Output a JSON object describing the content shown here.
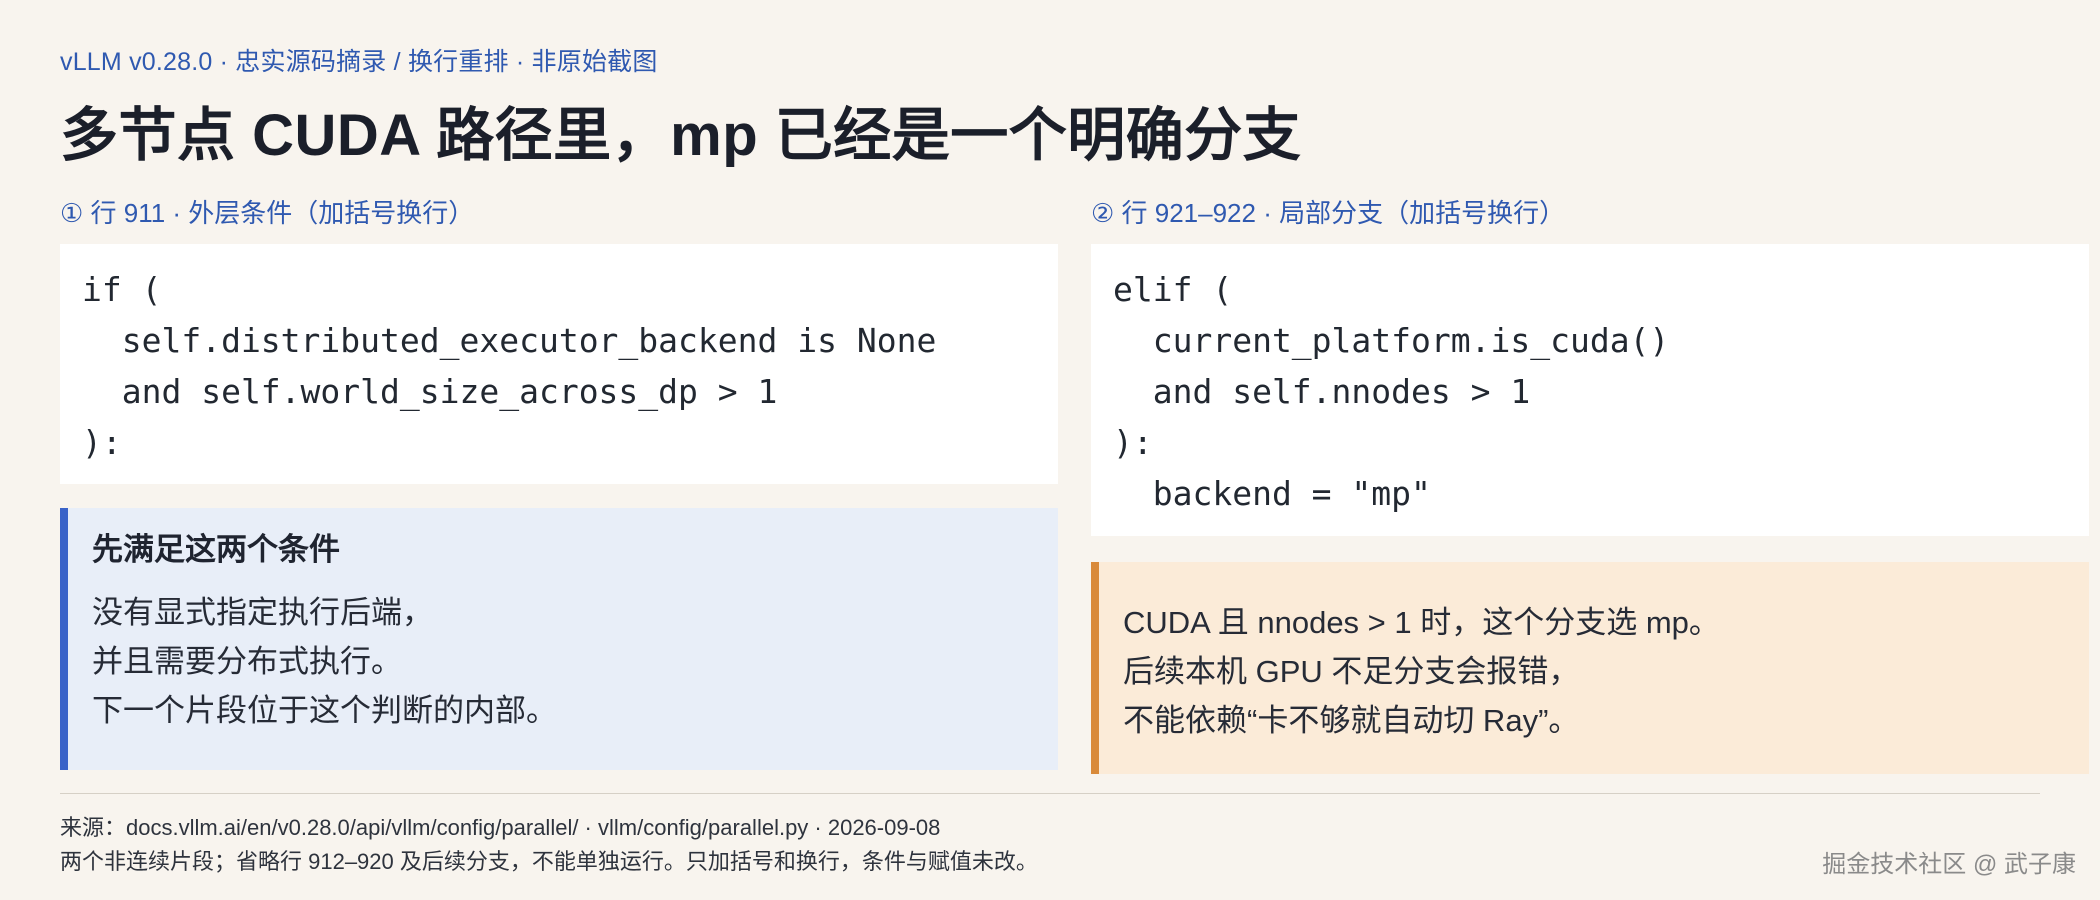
{
  "header": {
    "eyebrow": "vLLM v0.28.0 · 忠实源码摘录 / 换行重排 · 非原始截图",
    "title": "多节点 CUDA 路径里，mp 已经是一个明确分支"
  },
  "snippets": [
    {
      "label": "① 行 911 · 外层条件（加括号换行）",
      "lines": [
        "if (",
        "  self.distributed_executor_backend is None",
        "  and self.world_size_across_dp > 1",
        "):"
      ]
    },
    {
      "label": "② 行 921–922 · 局部分支（加括号换行）",
      "lines": [
        "elif (",
        "  current_platform.is_cuda()",
        "  and self.nnodes > 1",
        "):",
        "  backend = \"mp\""
      ]
    }
  ],
  "callouts": {
    "left": {
      "title": "先满足这两个条件",
      "lines": [
        "没有显式指定执行后端，",
        "并且需要分布式执行。",
        "下一个片段位于这个判断的内部。"
      ]
    },
    "right": {
      "lines": [
        "CUDA 且 nnodes > 1 时，这个分支选 mp。",
        "后续本机 GPU 不足分支会报错，",
        "不能依赖“卡不够就自动切 Ray”。"
      ]
    }
  },
  "footer": {
    "source": "来源：docs.vllm.ai/en/v0.28.0/api/vllm/config/parallel/ · vllm/config/parallel.py · 2026-09-08",
    "note": "两个非连续片段；省略行 912–920 及后续分支，不能单独运行。只加括号和换行，条件与赋值未改。",
    "watermark": "掘金技术社区 @ 武子康"
  },
  "colors": {
    "background": "#f8f4ee",
    "accent_blue": "#2f59b0",
    "callout_blue_bg": "#e8eef8",
    "callout_blue_bar": "#3a63c8",
    "callout_orange_bg": "#fbebd8",
    "callout_orange_bar": "#d98a3a"
  }
}
